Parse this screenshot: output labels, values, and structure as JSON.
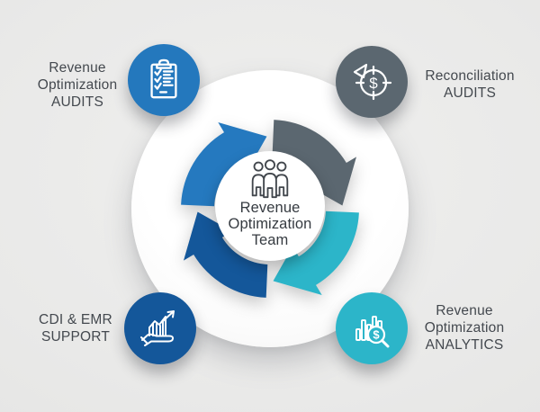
{
  "diagram": {
    "title": "Revenue Optimization Team cycle",
    "direction": "clockwise",
    "center": {
      "icon": "team-people-icon",
      "lines": [
        "Revenue",
        "Optimization",
        "Team"
      ]
    },
    "nodes": [
      {
        "name": "revenue-optimization-audits",
        "position": "top-left",
        "lines": [
          "Revenue",
          "Optimization",
          "AUDITS"
        ],
        "color": "#2478bd",
        "icon": "clipboard-checklist-icon"
      },
      {
        "name": "reconciliation-audits",
        "position": "top-right",
        "lines": [
          "Reconciliation",
          "AUDITS"
        ],
        "color": "#5b6770",
        "icon": "money-reconciliation-icon"
      },
      {
        "name": "cdi-emr-support",
        "position": "bottom-left",
        "lines": [
          "CDI & EMR",
          "SUPPORT"
        ],
        "color": "#14579a",
        "icon": "hand-growth-chart-icon"
      },
      {
        "name": "revenue-optimization-analytics",
        "position": "bottom-right",
        "lines": [
          "Revenue",
          "Optimization",
          "ANALYTICS"
        ],
        "color": "#2cb5c9",
        "icon": "bar-chart-magnifier-icon"
      }
    ],
    "ring": {
      "segments": [
        {
          "name": "audits-segment",
          "quadrant": "top-left",
          "color": "#2579bf"
        },
        {
          "name": "reconciliation-segment",
          "quadrant": "top-right",
          "color": "#5b6770"
        },
        {
          "name": "analytics-segment",
          "quadrant": "bottom-right",
          "color": "#2cb5c9"
        },
        {
          "name": "support-segment",
          "quadrant": "bottom-left",
          "color": "#14579a"
        }
      ]
    },
    "colors": {
      "background": "#e9e9e8",
      "surface": "#ffffff",
      "text": "#44494f"
    }
  }
}
